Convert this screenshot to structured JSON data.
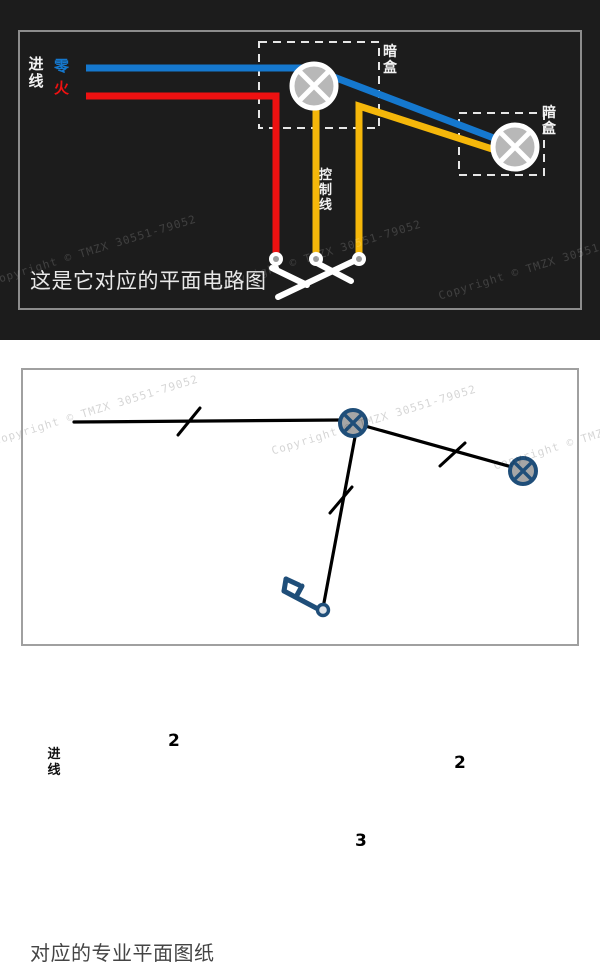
{
  "figure": {
    "title_top": "这是它对应的平面电路图",
    "title_bottom": "对应的专业平面图纸",
    "watermark": "Copyright © TMZX 30551-79052"
  },
  "top_panel": {
    "background_color": "#1c1c1c",
    "frame_color": "#8c8c8c",
    "labels": {
      "incoming_line": "进线",
      "neutral": "零",
      "live": "火",
      "box_1": "暗盒",
      "box_2": "暗盒",
      "control_line": "控制线"
    },
    "colors": {
      "neutral_wire": "#1578ce",
      "live_wire": "#ee1111",
      "control_wire": "#f5b70a",
      "switch_white": "#ffffff",
      "lamp_fill": "#b8b8b8"
    },
    "legend": [
      {
        "name": "neutral",
        "text": "零",
        "color": "#1578ce"
      },
      {
        "name": "live",
        "text": "火",
        "color": "#ee1111"
      },
      {
        "name": "control",
        "text": "控制线",
        "color": "#f5b70a"
      }
    ]
  },
  "bottom_panel": {
    "background_color": "#ffffff",
    "frame_color": "#a0a0a0",
    "labels": {
      "incoming_line": "进线",
      "wire_count_main": "2",
      "wire_count_branch": "2",
      "wire_count_switch": "3"
    },
    "symbols": {
      "lamp_ring_color": "#1f4e79",
      "lamp_fill_color": "#a6a6a6",
      "switch_color": "#1f4e79",
      "line_color": "#000000"
    }
  }
}
